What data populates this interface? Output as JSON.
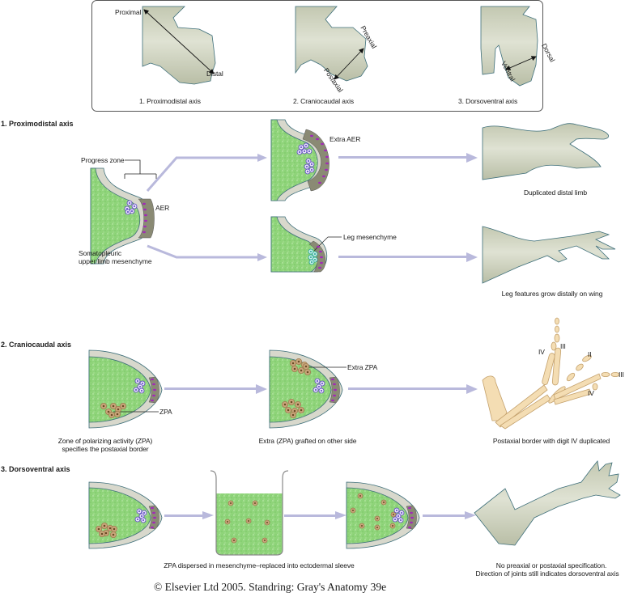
{
  "colors": {
    "mesenchyme": "#8fd47a",
    "ectoderm": "#d8d8cc",
    "outline": "#3e6f7a",
    "aer": "#8a8a74",
    "aer_cell_nucleus": "#a12bb6",
    "progress_cell": "#5b43c4",
    "leg_cell": "#29a59b",
    "zpa_cell": "#a07a4e",
    "limb": "#c9cdb8",
    "bone": "#f4ddb3",
    "bone_outline": "#c4a16c",
    "arrow": "#b9b9dc",
    "frame": "#555555"
  },
  "overview": {
    "panels": [
      {
        "caption": "1. Proximodistal axis",
        "labels": [
          "Proximal",
          "Distal"
        ]
      },
      {
        "caption": "2. Craniocaudal axis",
        "labels": [
          "Preaxial",
          "Postaxial"
        ]
      },
      {
        "caption": "3. Dorsoventral axis",
        "labels": [
          "Dorsal",
          "Ventral"
        ]
      }
    ]
  },
  "sections": [
    {
      "title": "1. Proximodistal axis",
      "labels": {
        "progress_zone": "Progress zone",
        "aer": "AER",
        "somatopleuric_line1": "Somatopleuric",
        "somatopleuric_line2": "upper limb mesenchyme",
        "extra_aer": "Extra AER",
        "leg_mesenchyme": "Leg mesenchyme"
      },
      "results": [
        {
          "caption": "Duplicated distal limb"
        },
        {
          "caption": "Leg features grow distally on wing"
        }
      ]
    },
    {
      "title": "2. Craniocaudal axis",
      "labels": {
        "zpa": "ZPA",
        "extra_zpa": "Extra ZPA",
        "digits": [
          "III",
          "IV",
          "II",
          "III",
          "IV"
        ]
      },
      "captions": [
        {
          "line1": "Zone of polarizing activity (ZPA)",
          "line2": "specifies the postaxial border"
        },
        {
          "line1": "Extra (ZPA) grafted on other side"
        },
        {
          "line1": "Postaxial border with digit IV duplicated"
        }
      ]
    },
    {
      "title": "3. Dorsoventral axis",
      "captions": [
        {
          "line1": "ZPA dispersed in mesenchyme–replaced into ectodermal sleeve"
        },
        {
          "line1": "No preaxial or postaxial specification.",
          "line2": "Direction of joints still indicates dorsoventral axis"
        }
      ]
    }
  ],
  "copyright": "© Elsevier Ltd 2005. Standring: Gray's Anatomy 39e"
}
